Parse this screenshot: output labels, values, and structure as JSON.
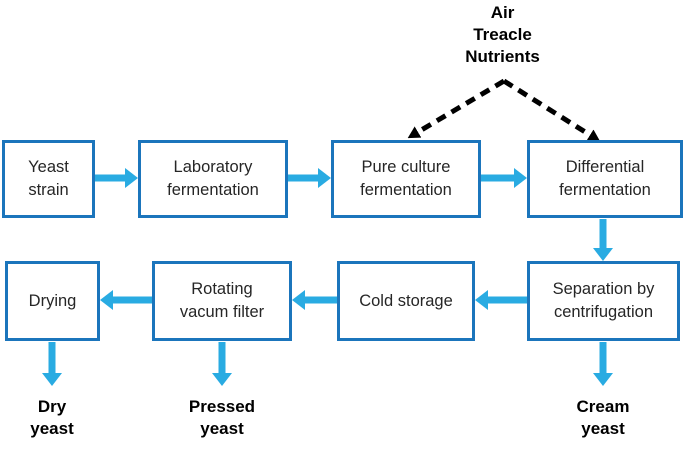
{
  "figure": {
    "inputs_label": {
      "lines": [
        "Air",
        "Treacle",
        "Nutrients"
      ]
    },
    "process_nodes": [
      {
        "name": "yeast-strain",
        "lines": [
          "Yeast",
          "strain"
        ]
      },
      {
        "name": "laboratory-fermentation",
        "lines": [
          "Laboratory",
          "fermentation"
        ]
      },
      {
        "name": "pure-culture-fermentation",
        "lines": [
          "Pure culture",
          "fermentation"
        ]
      },
      {
        "name": "differential-fermentation",
        "lines": [
          "Differential",
          "fermentation"
        ]
      },
      {
        "name": "separation-by-centrifugation",
        "lines": [
          "Separation by",
          "centrifugation"
        ]
      },
      {
        "name": "cold-storage",
        "lines": [
          "Cold storage"
        ]
      },
      {
        "name": "rotating-vacum-filter",
        "lines": [
          "Rotating",
          "vacum filter"
        ]
      },
      {
        "name": "drying",
        "lines": [
          "Drying"
        ]
      }
    ],
    "product_labels": [
      {
        "name": "dry-yeast",
        "lines": [
          "Dry",
          "yeast"
        ]
      },
      {
        "name": "pressed-yeast",
        "lines": [
          "Pressed",
          "yeast"
        ]
      },
      {
        "name": "cream-yeast",
        "lines": [
          "Cream",
          "yeast"
        ]
      }
    ],
    "colors": {
      "box_border": "#1B75BC",
      "flow_arrow": "#29ABE2",
      "input_arrow": "#000000",
      "box_text": "#262626",
      "label_text": "#000000"
    }
  }
}
